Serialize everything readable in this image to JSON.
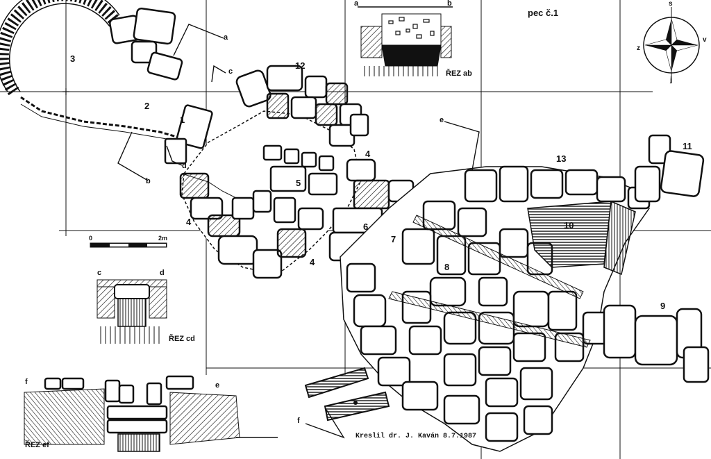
{
  "title": "pec č.1",
  "numbers": {
    "n1": "1",
    "n2": "2",
    "n3": "3",
    "n4a": "4",
    "n4b": "4",
    "n4c": "4",
    "n5": "5",
    "n6": "6",
    "n7": "7",
    "n8": "8",
    "n9": "9",
    "n10": "10",
    "n11": "11",
    "n12": "12",
    "n13": "13"
  },
  "section_markers": {
    "a_plan": "a",
    "b_plan": "b",
    "c_plan": "c",
    "d_plan": "d",
    "e_plan": "e",
    "f_plan": "f",
    "a_sec": "a",
    "b_sec": "b",
    "c_sec": "c",
    "d_sec": "d",
    "f_sec": "f",
    "e_sec": "e"
  },
  "sections": {
    "ab": "ŘEZ ab",
    "cd": "ŘEZ cd",
    "ef": "ŘEZ ef"
  },
  "scale": {
    "zero": "0",
    "end": "2m"
  },
  "compass": {
    "north": "s",
    "east": "v",
    "west": "z",
    "south": "j"
  },
  "credit": "Kreslil dr. J. Kaván  8.7.1987"
}
